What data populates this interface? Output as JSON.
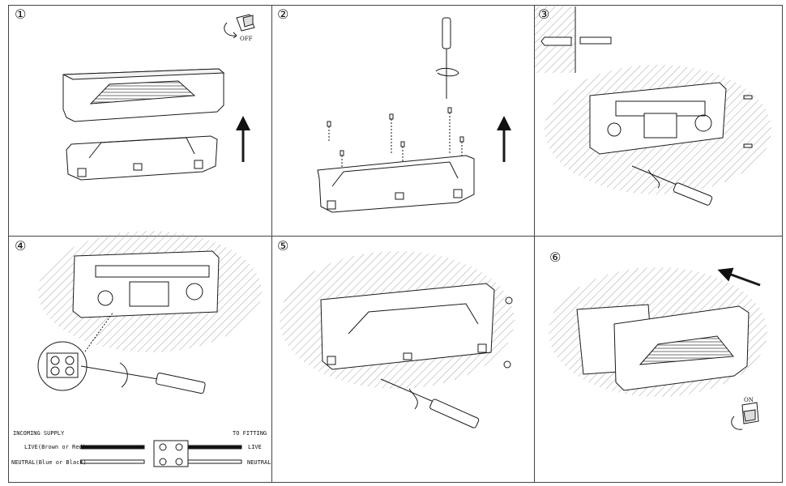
{
  "steps": [
    {
      "number": "①"
    },
    {
      "number": "②"
    },
    {
      "number": "③"
    },
    {
      "number": "④"
    },
    {
      "number": "⑤"
    },
    {
      "number": "⑥"
    }
  ],
  "switch_off_label": "OFF",
  "switch_on_label": "ON",
  "wiring": {
    "incoming_supply": "INCOMING SUPPLY",
    "to_fitting": "TO FITTING",
    "live_left": "LIVE(Brown or Red)",
    "live_right": "LIVE",
    "neutral_left": "NEUTRAL(Blue or Black)",
    "neutral_right": "NEUTRAL"
  },
  "colors": {
    "line": "#1a1a1a",
    "hatch": "#9a9a9a",
    "frame": "#444444"
  }
}
